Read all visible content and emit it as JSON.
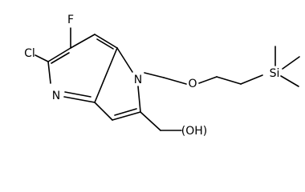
{
  "molecule": {
    "atoms": {
      "fluorine": "F",
      "chlorine": "Cl",
      "pyridine_nitrogen": "N",
      "pyrrole_nitrogen": "N",
      "ether_oxygen": "O",
      "silicon": "Si",
      "hydroxyl": "OH"
    },
    "hydroxyl_parts": {
      "open_paren": "(",
      "group": "OH",
      "close_paren": ")"
    }
  }
}
